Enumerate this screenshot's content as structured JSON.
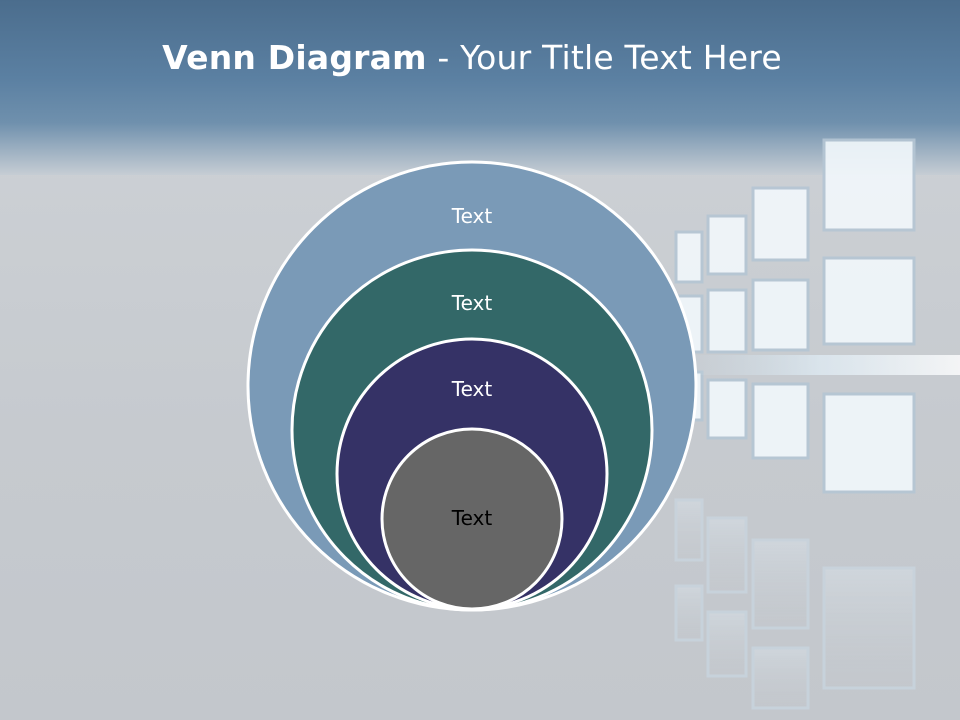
{
  "slide": {
    "title_bold": "Venn Diagram",
    "title_rest": " - Your Title Text Here"
  },
  "diagram": {
    "type": "nested-circles",
    "rings": [
      {
        "label": "Text",
        "fill": "#7a9ab7",
        "text_color": "#ffffff"
      },
      {
        "label": "Text",
        "fill": "#336868",
        "text_color": "#ffffff"
      },
      {
        "label": "Text",
        "fill": "#353266",
        "text_color": "#ffffff"
      },
      {
        "label": "Text",
        "fill": "#666666",
        "text_color": "#000000"
      }
    ]
  },
  "colors": {
    "header": "#5b80a2",
    "background": "#c8ccd1",
    "ring_border": "#ffffff"
  }
}
